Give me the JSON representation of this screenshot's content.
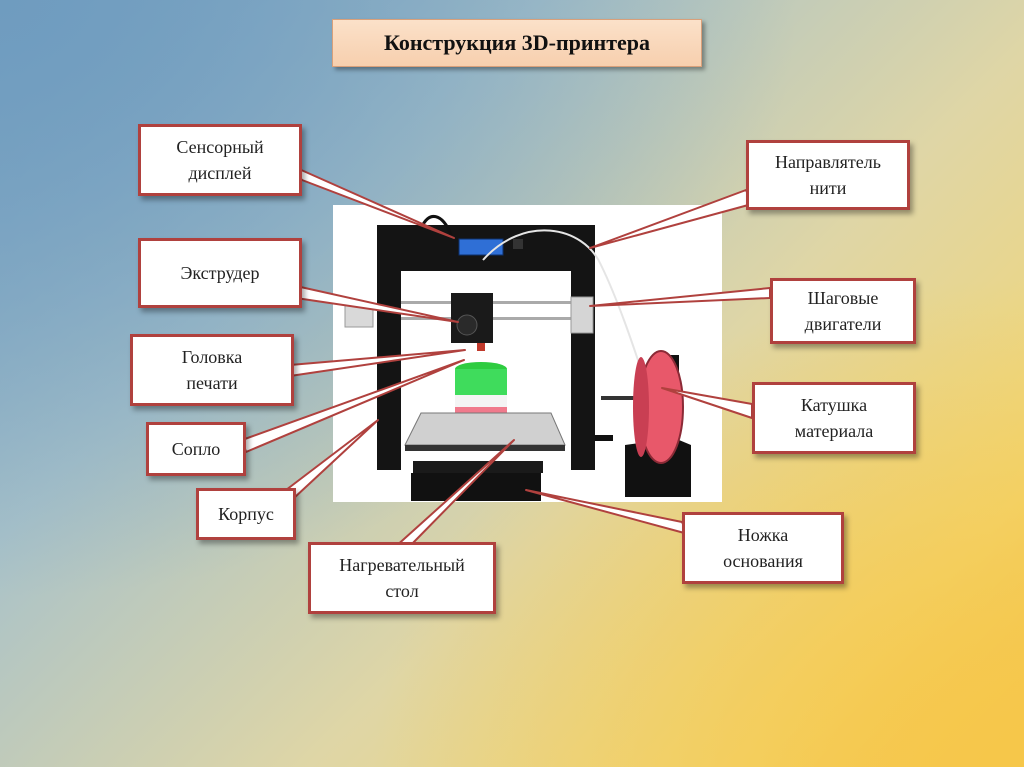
{
  "title": "Конструкция 3D-принтера",
  "labels": {
    "touch_display": "Сенсорный\nдисплей",
    "extruder": "Экструдер",
    "print_head": "Головка\nпечати",
    "nozzle": "Сопло",
    "body": "Корпус",
    "heated_bed": "Нагревательный\nстол",
    "base_foot": "Ножка\nоснования",
    "spool": "Катушка\nматериала",
    "stepper_motors": "Шаговые\nдвигатели",
    "filament_guide": "Направлятель\nнити"
  },
  "colors": {
    "label_border": "#b0413e",
    "callout_fill": "#ffffff",
    "title_fill": "#f9d8bb",
    "frame": "#111111",
    "filament_spool": "#e8586a",
    "print_green": "#3fdc5c",
    "print_pink": "#f07a8c"
  },
  "icons": {
    "photo": "3d-printer-photo-illustration"
  }
}
